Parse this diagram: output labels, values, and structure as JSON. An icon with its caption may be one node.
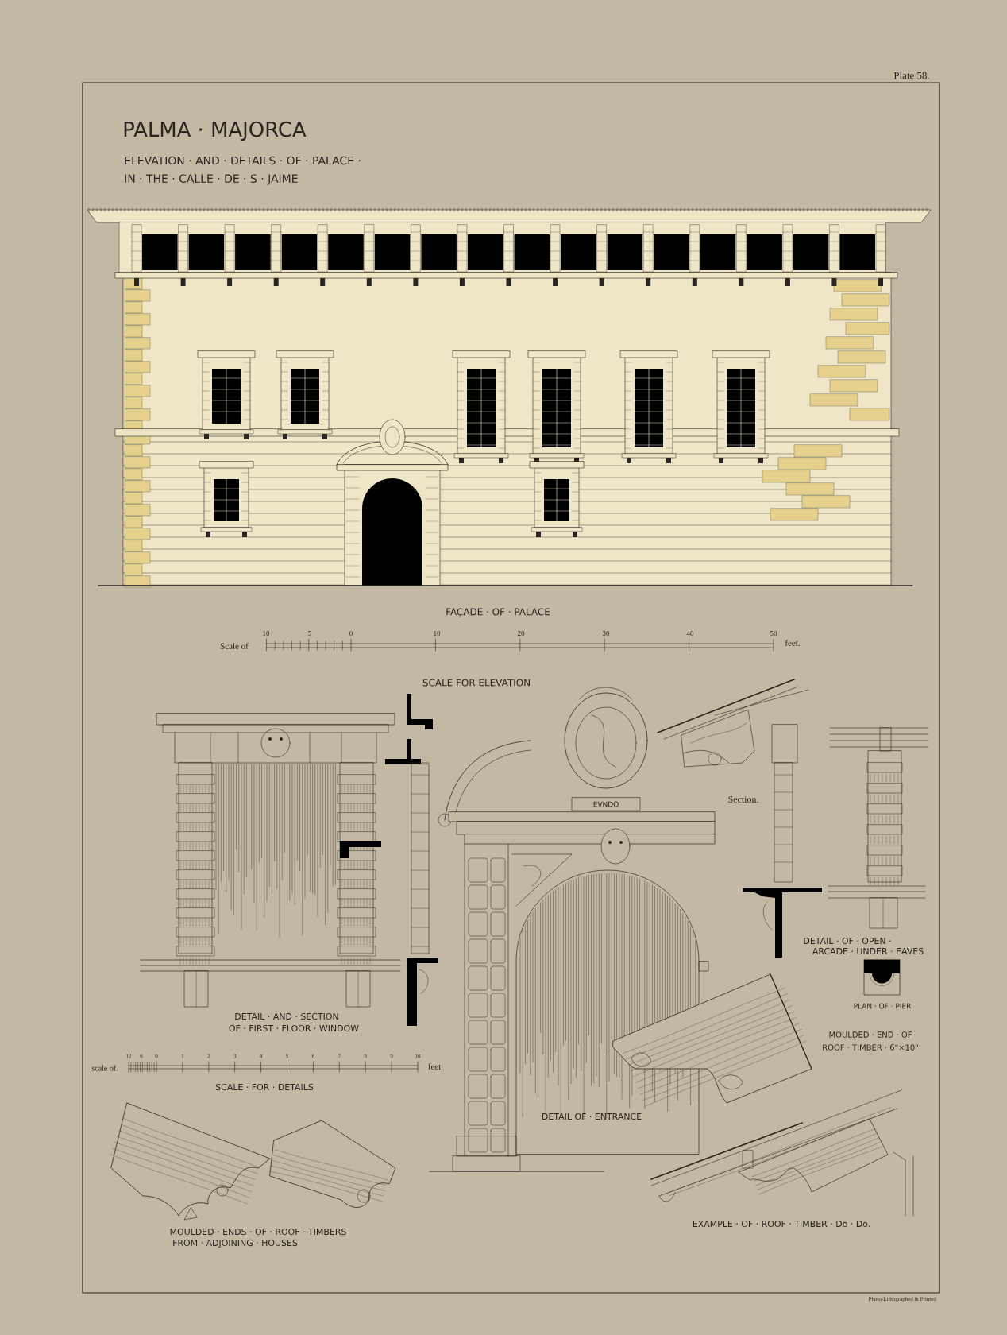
{
  "diagram": {
    "title": "PALMA · MAJORCA",
    "labels": [
      "Plate 58.",
      "ELEVATION · AND · DETAILS · OF · PALACE ·",
      "IN · THE · CALLE · DE · S · JAIME",
      "FAÇADE · OF · PALACE",
      "Scale of",
      "10",
      "5",
      "0",
      "10",
      "20",
      "30",
      "40",
      "50",
      "feet.",
      "SCALE FOR ELEVATION",
      "EVNDO",
      "Section.",
      "DETAIL · OF · OPEN ·",
      "ARCADE · UNDER · EAVES",
      "PLAN · OF · PIER",
      "DETAIL · AND · SECTION",
      "OF · FIRST · FLOOR · WINDOW",
      "MOULDED · END · OF",
      "ROOF · TIMBER · 6\"×10\"",
      "scale of.",
      "12",
      "6",
      "0",
      "1",
      "2",
      "3",
      "4",
      "5",
      "6",
      "7",
      "8",
      "9",
      "10",
      "feet",
      "SCALE · FOR · DETAILS",
      "DETAIL OF · ENTRANCE",
      "MOULDED · ENDS · OF · ROOF · TIMBERS",
      "FROM · ADJOINING · HOUSES",
      "EXAMPLE · OF · ROOF · TIMBER · Do · Do.",
      "Photo-Lithographed & Printed"
    ]
  }
}
